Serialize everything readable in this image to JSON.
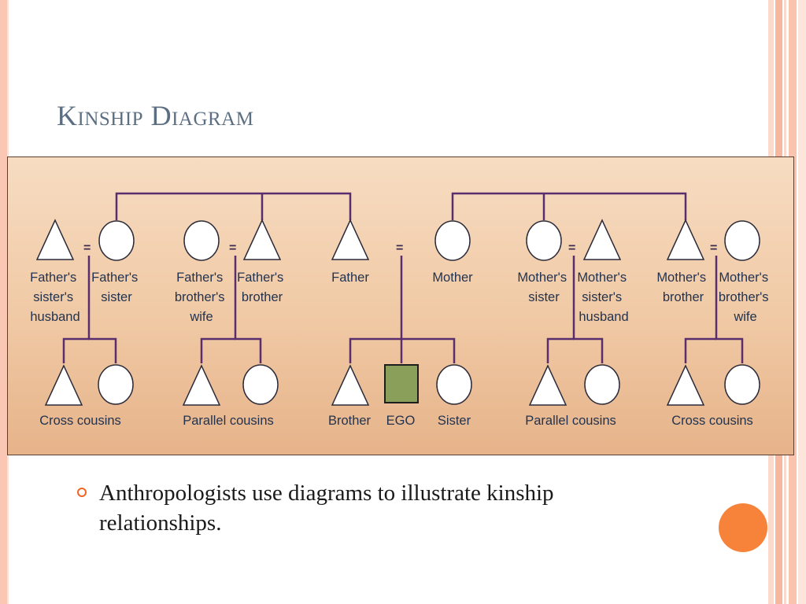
{
  "slide": {
    "title": "Kinship Diagram",
    "bullet": "Anthropologists use diagrams to illustrate kinship relationships."
  },
  "diagram": {
    "marriage_symbol": "=",
    "parent_generation": [
      {
        "id": "fss-husband",
        "shape": "triangle",
        "label_lines": [
          "Father's",
          "sister's",
          "husband"
        ]
      },
      {
        "id": "f-sister",
        "shape": "circle",
        "label_lines": [
          "Father's",
          "sister"
        ]
      },
      {
        "id": "fb-wife",
        "shape": "circle",
        "label_lines": [
          "Father's",
          "brother's",
          "wife"
        ]
      },
      {
        "id": "f-brother",
        "shape": "triangle",
        "label_lines": [
          "Father's",
          "brother"
        ]
      },
      {
        "id": "father",
        "shape": "triangle",
        "label_lines": [
          "Father"
        ]
      },
      {
        "id": "mother",
        "shape": "circle",
        "label_lines": [
          "Mother"
        ]
      },
      {
        "id": "m-sister",
        "shape": "circle",
        "label_lines": [
          "Mother's",
          "sister"
        ]
      },
      {
        "id": "ms-husband",
        "shape": "triangle",
        "label_lines": [
          "Mother's",
          "sister's",
          "husband"
        ]
      },
      {
        "id": "m-brother",
        "shape": "triangle",
        "label_lines": [
          "Mother's",
          "brother"
        ]
      },
      {
        "id": "mb-wife",
        "shape": "circle",
        "label_lines": [
          "Mother's",
          "brother's",
          "wife"
        ]
      }
    ],
    "children_generation": [
      {
        "id": "cross-cousins-left",
        "label": "Cross cousins"
      },
      {
        "id": "parallel-cousins-left",
        "label": "Parallel cousins"
      },
      {
        "id": "brother",
        "label": "Brother"
      },
      {
        "id": "ego",
        "label": "EGO"
      },
      {
        "id": "sister",
        "label": "Sister"
      },
      {
        "id": "parallel-cousins-right",
        "label": "Parallel cousins"
      },
      {
        "id": "cross-cousins-right",
        "label": "Cross cousins"
      }
    ],
    "colors": {
      "line": "#5a2d6e",
      "shape_fill": "#ffffff",
      "shape_stroke": "#2b2b3a",
      "ego_fill": "#8aa05a",
      "label": "#23334f"
    }
  }
}
